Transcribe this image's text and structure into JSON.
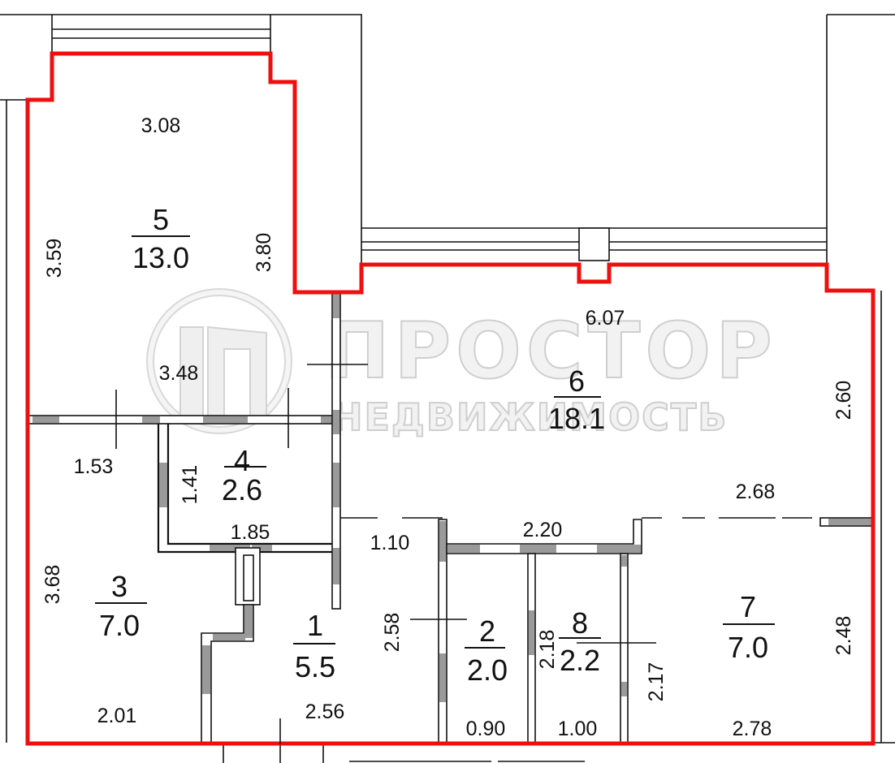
{
  "plan": {
    "watermark": {
      "brand": "ПРОСТОР",
      "subtitle": "НЕДВИЖИМОСТЬ"
    },
    "rooms": [
      {
        "id": "1",
        "number": "1",
        "area": "5.5"
      },
      {
        "id": "2",
        "number": "2",
        "area": "2.0"
      },
      {
        "id": "3",
        "number": "3",
        "area": "7.0"
      },
      {
        "id": "4",
        "number": "4",
        "area": "2.6"
      },
      {
        "id": "5",
        "number": "5",
        "area": "13.0"
      },
      {
        "id": "6",
        "number": "6",
        "area": "18.1"
      },
      {
        "id": "7",
        "number": "7",
        "area": "7.0"
      },
      {
        "id": "8",
        "number": "8",
        "area": "2.2"
      }
    ],
    "dimensions": {
      "room5_top": "3.08",
      "room5_left": "3.59",
      "room5_right": "3.80",
      "room5_bottom": "3.48",
      "room6_top": "6.07",
      "room6_right": "2.60",
      "room6_bottom_right": "2.68",
      "room3_top": "1.53",
      "room3_left": "3.68",
      "room3_bottom": "2.01",
      "room4_left": "1.41",
      "room4_bottom": "1.85",
      "room1_top": "1.10",
      "room1_right": "2.58",
      "room1_bottom": "2.56",
      "bath_top": "2.20",
      "room2_bottom": "0.90",
      "room8_left": "2.18",
      "room8_bottom": "1.00",
      "room8_right": "2.17",
      "room7_right": "2.48",
      "room7_bottom": "2.78"
    }
  }
}
